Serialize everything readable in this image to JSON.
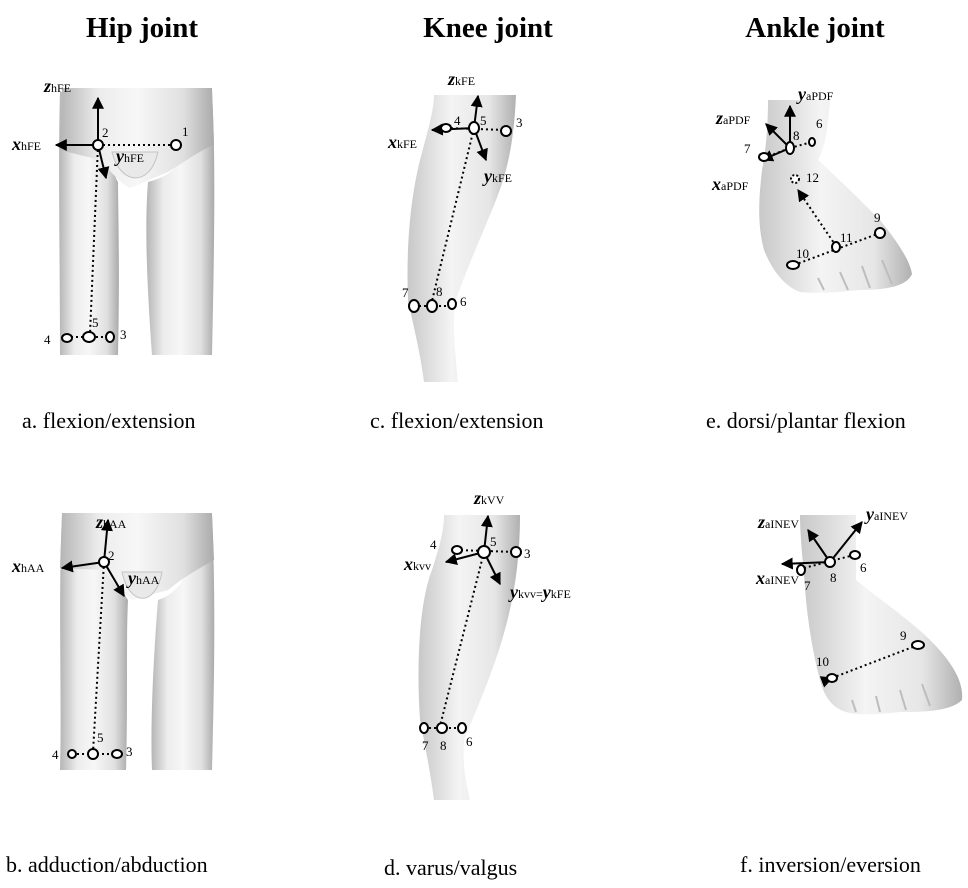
{
  "column_titles": [
    "Hip joint",
    "Knee joint",
    "Ankle joint"
  ],
  "captions": {
    "a": "a. flexion/extension",
    "b": "b. adduction/abduction",
    "c": "c.  flexion/extension",
    "d": "d. varus/valgus",
    "e": "e. dorsi/plantar  flexion",
    "f": "f. inversion/eversion"
  },
  "axes": {
    "hFE": {
      "z": "z",
      "z_sub": "hFE",
      "x": "x",
      "x_sub": "hFE",
      "y": "y",
      "y_sub": "hFE"
    },
    "hAA": {
      "z": "z",
      "z_sub": "hAA",
      "x": "x",
      "x_sub": "hAA",
      "y": "y",
      "y_sub": "hAA"
    },
    "kFE": {
      "z": "z",
      "z_sub": "kFE",
      "x": "x",
      "x_sub": "kFE",
      "y": "y",
      "y_sub": "kFE"
    },
    "kVV": {
      "z": "z",
      "z_sub": "kVV",
      "x": "x",
      "x_sub": "kvv",
      "y": "y",
      "y_sub": "kvv=",
      "y2": "y",
      "y2_sub": "kFE"
    },
    "aPDF": {
      "z": "z",
      "z_sub": "aPDF",
      "x": "x",
      "x_sub": "aPDF",
      "y": "y",
      "y_sub": "aPDF"
    },
    "aINEV": {
      "z": "z",
      "z_sub": "aINEV",
      "x": "x",
      "x_sub": "aINEV",
      "y": "y",
      "y_sub": "aINEV"
    }
  },
  "marker_numbers": {
    "a": [
      "1",
      "2",
      "3",
      "4",
      "5"
    ],
    "b": [
      "2",
      "3",
      "4",
      "5"
    ],
    "c": [
      "3",
      "4",
      "5",
      "6",
      "7",
      "8"
    ],
    "d": [
      "3",
      "4",
      "5",
      "6",
      "7",
      "8"
    ],
    "e": [
      "6",
      "7",
      "8",
      "9",
      "10",
      "11",
      "12"
    ],
    "f": [
      "6",
      "7",
      "8",
      "9",
      "10"
    ]
  },
  "colors": {
    "skin_light": "#f2f2f2",
    "skin_dark": "#b8b8b8",
    "ink": "#000000"
  }
}
